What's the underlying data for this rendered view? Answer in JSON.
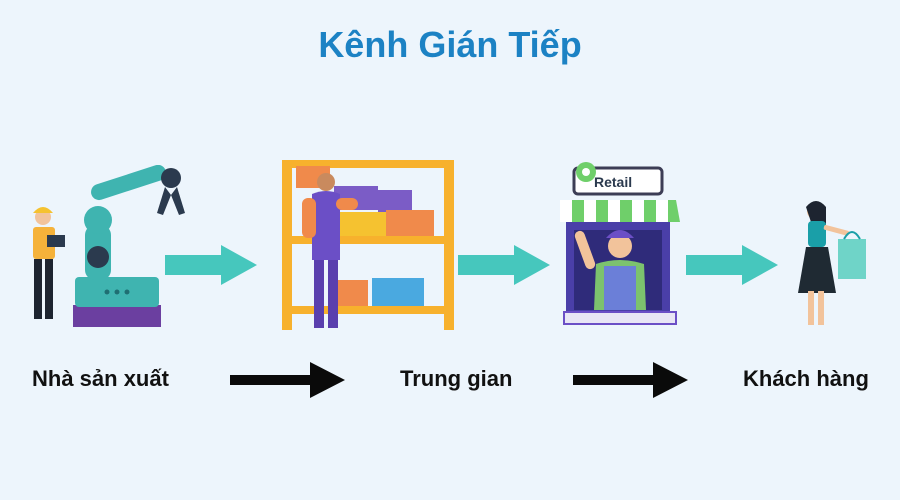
{
  "title": "Kênh Gián Tiếp",
  "stages": [
    {
      "label": "Nhà sản xuất",
      "icon": "factory-robot-arm-icon"
    },
    {
      "label": "Trung gian",
      "icon": "warehouse-worker-icon"
    },
    {
      "label": "Khách hàng",
      "icon": "customer-shopping-icon"
    }
  ],
  "retail_sign": "Retail",
  "colors": {
    "title": "#1c82c4",
    "teal_arrow": "#46c7bd",
    "black_arrow": "#0a0a0a",
    "background": "#edf5fc"
  }
}
